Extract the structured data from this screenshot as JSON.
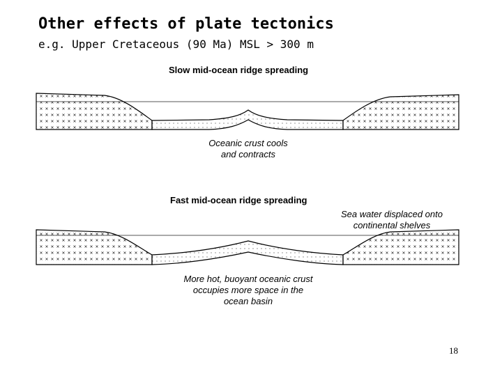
{
  "slide": {
    "title": "Other effects of plate tectonics",
    "subtitle": "e.g. Upper Cretaceous (90 Ma) MSL > 300 m",
    "page_number": "18"
  },
  "diagram": {
    "slow": {
      "heading": "Slow mid-ocean ridge spreading",
      "caption_line1": "Oceanic crust cools",
      "caption_line2": "and contracts"
    },
    "fast": {
      "heading": "Fast mid-ocean ridge spreading",
      "note_line1": "Sea water displaced onto",
      "note_line2": "continental shelves",
      "caption_line1": "More hot, buoyant oceanic crust",
      "caption_line2": "occupies more space in the",
      "caption_line3": "ocean basin"
    }
  }
}
